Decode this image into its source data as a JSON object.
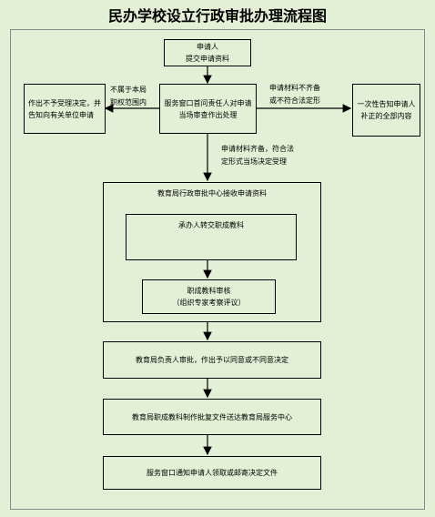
{
  "title": "民办学校设立行政审批办理流程图",
  "nodes": {
    "applicant": "申请人\n提交申请资料",
    "window_review": "服务窗口首问责任人对申请当场审查作出处理",
    "reject": "作出不予受理决定，并告知向有关单位申请",
    "notify_supplement": "一次性告知申请人补正的全部内容",
    "center_receive": "教育局行政审批中心接收申请资料",
    "transfer": "承办人转交职成教科",
    "audit": "职成教科审核\n（组织专家考察评议）",
    "director_approve": "教育局负责人审批，作出予以同意或不同意决定",
    "make_reply": "教育局职成教科制作批复文件送达教育局服务中心",
    "notify_pickup": "服务窗口通知申请人领取或邮寄决定文件"
  },
  "labels": {
    "out_of_scope": "不属于本局\n职权范围内",
    "incomplete": "申请材料不齐备\n或不符合法定形",
    "complete": "申请材料齐备，符合法\n定形式当场决定受理"
  }
}
